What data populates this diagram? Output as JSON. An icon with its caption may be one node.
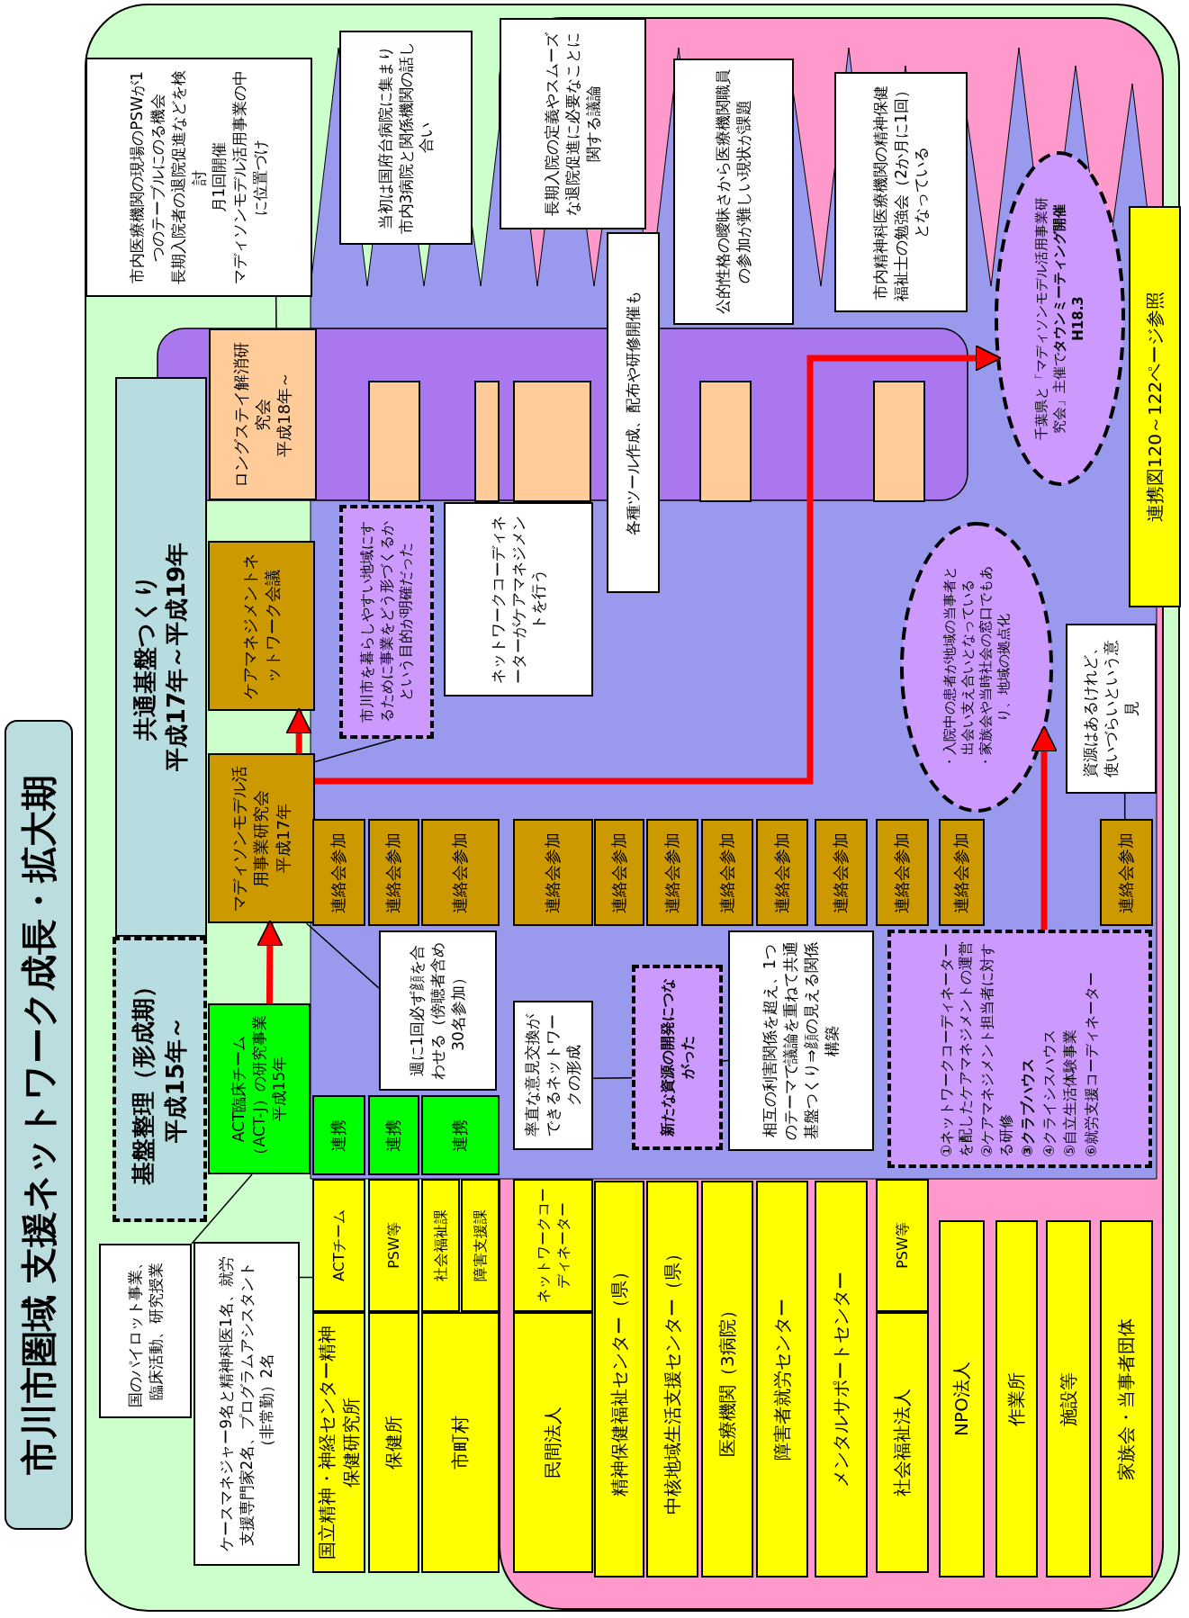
{
  "diagram": {
    "title": "市川市圏域 支援ネットワーク成長・拡大期",
    "nodes": [
      {
        "text": [
          "基盤整理（形成期）",
          "平成15年～"
        ]
      },
      {
        "text": [
          "共通基盤つくり",
          "平成17年～平成19年"
        ]
      },
      {
        "text": [
          "ACT臨床チーム（ACT-J）の研究事業平成15年"
        ]
      },
      {
        "text": [
          "マディソンモデル活用事業研究会",
          "平成17年"
        ]
      },
      {
        "text": [
          "ケアマネジメントネットワーク会議"
        ]
      },
      {
        "text": [
          "ロングステイ解消研究会",
          "平成18年～"
        ]
      },
      {
        "text": [
          "市内医療機関の現場のPSWが1つのテーブルにのる機会",
          "長期入院者の退院促進などを検討",
          "月1回開催",
          "マディソンモデル活用事業の中に位置づけ"
        ]
      },
      {
        "text": [
          "当初は国府台病院に集まり市内3病院と関係機関の話し合い"
        ]
      },
      {
        "text": [
          "長期入院の定義やスムーズな退院促進に必要なことに関する議論"
        ]
      },
      {
        "text": [
          "各種ツール作成、配布や研修開催も"
        ]
      },
      {
        "text": [
          "公的性格の曖昧さから医療機関職員の参加が難しい現状が課題"
        ]
      },
      {
        "text": [
          "市内精神科医療機関の精神保健福祉士の勉強会（2か月に1回）となっている"
        ]
      },
      {
        "text": [
          "市川市を暮らしやすい地域にするために事業をどう形づくるかという目的が明確だった"
        ]
      },
      {
        "text": [
          "ネットワークコーディネーターがケアマネジメントを行う"
        ]
      },
      {
        "text": [
          "千葉県と「マディソンモデル活用事業研究会」主催で**タウンミーティング開催H18.3**"
        ]
      },
      {
        "text": [
          "連携図120～122ページ参照"
        ]
      },
      {
        "text": [],
        "shape": "box"
      },
      {
        "text": [],
        "shape": "box"
      },
      {
        "text": [],
        "shape": "box"
      },
      {
        "text": [],
        "shape": "box"
      },
      {
        "text": [],
        "shape": "box"
      },
      {
        "text": [
          "国のパイロット事業、臨床活動、研究授業"
        ]
      },
      {
        "text": [
          "ケースマネジャー9名と精神科医1名、就労支援専門家2名、プログラムアシスタント（非常勤）2名"
        ]
      },
      {
        "text": [
          "週に1回必ず顔を合わせる（傍聴者含め30名参加）"
        ]
      },
      {
        "text": [
          "率直な意見交換ができるネットワークの形成"
        ]
      },
      {
        "text": [
          "新たな資源の開発につながった"
        ]
      },
      {
        "text": [
          "相互の利害関係を超え、1つのテーマで議論を重ねて共通基盤つくり⇒顔の見える関係構築"
        ]
      },
      {
        "text": [
          "・入院中の患者が地域の当事者と出会い支え合いとなっている",
          "・家族会や当時社会の窓口でもあり、地域の拠点化"
        ]
      },
      {
        "text": [
          "資源はあるけれど、使いづらいという意見"
        ]
      },
      {
        "text": [
          "①ネットワークコーディネーターを配したケアマネジメントの運営",
          "②ケアマネジメント担当者に対する研修",
          "③クラブハウス",
          "④クライシスハウス",
          "⑤自立生活体験事業",
          "⑥就労支援コーディネーター"
        ]
      },
      {
        "text": [
          "連携"
        ]
      },
      {
        "text": [
          "連携"
        ]
      },
      {
        "text": [
          "連携"
        ]
      },
      {
        "text": [
          "連絡会参加"
        ]
      },
      {
        "text": [
          "連絡会参加"
        ]
      },
      {
        "text": [
          "連絡会参加"
        ]
      },
      {
        "text": [
          "連絡会参加"
        ]
      },
      {
        "text": [
          "連絡会参加"
        ]
      },
      {
        "text": [
          "連絡会参加"
        ]
      },
      {
        "text": [
          "連絡会参加"
        ]
      },
      {
        "text": [
          "連絡会参加"
        ]
      },
      {
        "text": [
          "連絡会参加"
        ]
      },
      {
        "text": [
          "連絡会参加"
        ]
      },
      {
        "text": [
          "連絡会参加"
        ]
      },
      {
        "text": [
          "連絡会参加"
        ]
      },
      {
        "text": [
          "ACTチーム"
        ]
      },
      {
        "text": [
          "PSW等"
        ]
      },
      {
        "text": [
          "社会福祉課"
        ]
      },
      {
        "text": [
          "障害支援課"
        ]
      },
      {
        "text": [
          "ネットワークコーディネーター"
        ]
      },
      {
        "text": [
          "PSW等"
        ]
      },
      {
        "text": [
          "国立精神・神経センター精神保健研究所"
        ]
      },
      {
        "text": [
          "保健所"
        ]
      },
      {
        "text": [
          "市町村"
        ]
      },
      {
        "text": [
          "民間法人"
        ]
      },
      {
        "text": [
          "社会福祉法人"
        ]
      },
      {
        "text": [
          "精神保健福祉センター（県）"
        ]
      },
      {
        "text": [
          "中核地域生活支援センター（県）"
        ]
      },
      {
        "text": [
          "医療機関（3病院）"
        ]
      },
      {
        "text": [
          "障害者就労センター"
        ]
      },
      {
        "text": [
          "メンタルサポートセンター"
        ]
      },
      {
        "text": [
          "NPO法人"
        ]
      },
      {
        "text": [
          "作業所"
        ]
      },
      {
        "text": [
          "施設等"
        ]
      },
      {
        "text": [
          "家族会・当事者団体"
        ]
      }
    ],
    "edges": [
      {
        "from": 2,
        "to": 3,
        "arrow": "to",
        "style": "thick",
        "color": "#ff0000"
      },
      {
        "from": 3,
        "to": 4,
        "arrow": "to",
        "style": "thick",
        "color": "#ff0000"
      },
      {
        "from": 3,
        "to": 14,
        "arrow": "to",
        "style": "thick",
        "color": "#ff0000"
      },
      {
        "from": 29,
        "to": 27,
        "arrow": "to",
        "style": "thick",
        "color": "#ff0000"
      },
      {
        "from": 21,
        "to": 2,
        "arrow": "none"
      },
      {
        "from": 22,
        "to": 45,
        "arrow": "none"
      },
      {
        "from": 6,
        "to": 5,
        "arrow": "none"
      },
      {
        "from": 23,
        "to": 3,
        "arrow": "none"
      },
      {
        "from": 12,
        "to": 3,
        "arrow": "none"
      },
      {
        "from": 25,
        "to": 24,
        "arrow": "none"
      },
      {
        "from": 26,
        "to": 25,
        "arrow": "none"
      },
      {
        "from": 28,
        "to": 44,
        "arrow": "none"
      }
    ]
  }
}
